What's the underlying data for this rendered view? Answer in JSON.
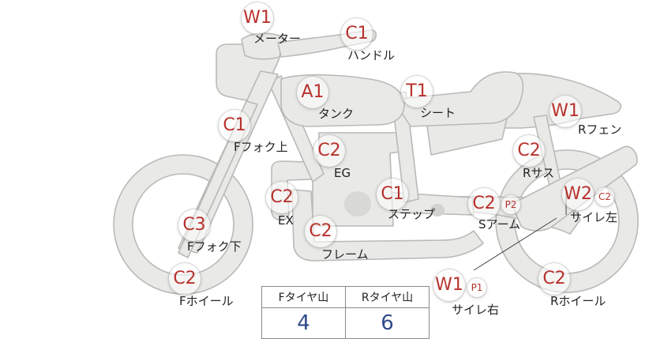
{
  "colors": {
    "part_fill": "#e9e9e7",
    "part_stroke": "#b9b9b6",
    "grade_text": "#b8322d",
    "value_text": "#2f4a8a"
  },
  "parts": [
    {
      "id": "meter",
      "label": "メーター",
      "grades": [
        {
          "code": "W1"
        }
      ]
    },
    {
      "id": "handle",
      "label": "ハンドル",
      "grades": [
        {
          "code": "C1"
        }
      ]
    },
    {
      "id": "tank",
      "label": "タンク",
      "grades": [
        {
          "code": "A1"
        }
      ]
    },
    {
      "id": "seat",
      "label": "シート",
      "grades": [
        {
          "code": "T1"
        }
      ]
    },
    {
      "id": "r-fender",
      "label": "Rフェン",
      "grades": [
        {
          "code": "W1"
        }
      ]
    },
    {
      "id": "f-fork-up",
      "label": "Fフォク上",
      "grades": [
        {
          "code": "C1"
        }
      ]
    },
    {
      "id": "eg",
      "label": "EG",
      "grades": [
        {
          "code": "C2"
        }
      ]
    },
    {
      "id": "r-sus",
      "label": "Rサス",
      "grades": [
        {
          "code": "C2"
        }
      ]
    },
    {
      "id": "ex",
      "label": "EX",
      "grades": [
        {
          "code": "C2"
        }
      ]
    },
    {
      "id": "step",
      "label": "ステップ",
      "grades": [
        {
          "code": "C1"
        }
      ]
    },
    {
      "id": "s-arm",
      "label": "Sアーム",
      "grades": [
        {
          "code": "C2"
        },
        {
          "code": "P2"
        }
      ]
    },
    {
      "id": "muffler-l",
      "label": "サイレ左",
      "grades": [
        {
          "code": "W2"
        },
        {
          "code": "C2"
        }
      ]
    },
    {
      "id": "f-fork-low",
      "label": "Fフォク下",
      "grades": [
        {
          "code": "C3"
        }
      ]
    },
    {
      "id": "frame",
      "label": "フレーム",
      "grades": [
        {
          "code": "C2"
        }
      ]
    },
    {
      "id": "muffler-r",
      "label": "サイレ右",
      "grades": [
        {
          "code": "W1"
        },
        {
          "code": "P1"
        }
      ]
    },
    {
      "id": "f-wheel",
      "label": "Fホイール",
      "grades": [
        {
          "code": "C2"
        }
      ]
    },
    {
      "id": "r-wheel",
      "label": "Rホイール",
      "grades": [
        {
          "code": "C2"
        }
      ]
    }
  ],
  "tire_table": {
    "headers": [
      "Fタイヤ山",
      "Rタイヤ山"
    ],
    "values": [
      "4",
      "6"
    ]
  }
}
